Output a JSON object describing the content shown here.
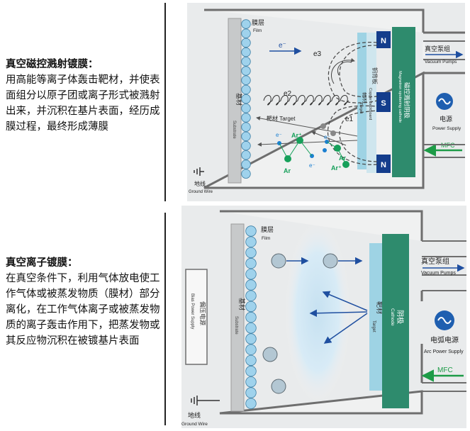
{
  "magnetron": {
    "title": "真空磁控溅射镀膜：",
    "description": "用高能等离子体轰击靶材，并使表面组分以原子团或离子形式被溅射出来，并沉积在基片表面，经历成膜过程，最终形成薄膜",
    "labels": {
      "film_cn": "膜层",
      "film_en": "Film",
      "substrate_cn": "基材",
      "substrate_en": "Substrate",
      "target_cn": "靶材",
      "target_en": "Target",
      "target_pointer": "靶材 Target",
      "copper_cn": "铜背板",
      "copper_en": "Copper backboard",
      "cathode_cn": "磁控溅射阴极",
      "cathode_en": "Magnetron sputtering cathode",
      "magnet_n_top": "N",
      "magnet_s": "S",
      "magnet_n_bottom": "N",
      "vacuum_cn": "真空泵组",
      "vacuum_en": "Vacuum Pumps",
      "power_cn": "电源",
      "power_en": "Power Supply",
      "mfc": "MFC",
      "ground_cn": "地线",
      "ground_en": "Ground Wire",
      "electron": "e⁻",
      "e1": "e1",
      "e2": "e2",
      "e3": "e3",
      "ar_plus_1": "Ar⁺",
      "ar_plus_2": "Ar⁺",
      "ar_1": "Ar",
      "ar_2": "Ar",
      "e_minus_1": "e⁻",
      "e_minus_2": "e⁻",
      "e_minus_3": "e⁻"
    }
  },
  "ion": {
    "title": "真空离子镀膜：",
    "description": "在真空条件下，利用气体放电使工作气体或被蒸发物质（膜材）部分离化，在工作气体离子或被蒸发物质的离子轰击作用下，把蒸发物或其反应物沉积在被镀基片表面",
    "labels": {
      "film_cn": "膜层",
      "film_en": "Film",
      "substrate_cn": "基材",
      "substrate_en": "Substrate",
      "target_cn": "靶材",
      "target_en": "Target",
      "cathode_cn": "阴极",
      "cathode_en": "Cathode",
      "bias_cn": "偏压电源",
      "bias_en": "Bias Power Supply",
      "vacuum_cn": "真空泵组",
      "vacuum_en": "Vacuum Pumps",
      "power_cn": "电弧电源",
      "power_en": "Arc Power Supply",
      "mfc": "MFC",
      "ground_cn": "地线",
      "ground_en": "Ground Wire"
    }
  },
  "colors": {
    "chamber_border": "#6e6e6e",
    "chamber_bg": "#f0f1f1",
    "substrate": "#c7c9ca",
    "film_ball": "#9fd2ec",
    "target": "#9ed3e4",
    "copper": "#cfe6ee",
    "cathode": "#2e8b6d",
    "magnet": "#143d8c",
    "arrow_blue": "#1f4fa0",
    "mfc_green": "#1d9b47",
    "ar_green": "#16a05a",
    "electron_blue": "#1b7fd1",
    "power_blue": "#1f5fb0"
  }
}
